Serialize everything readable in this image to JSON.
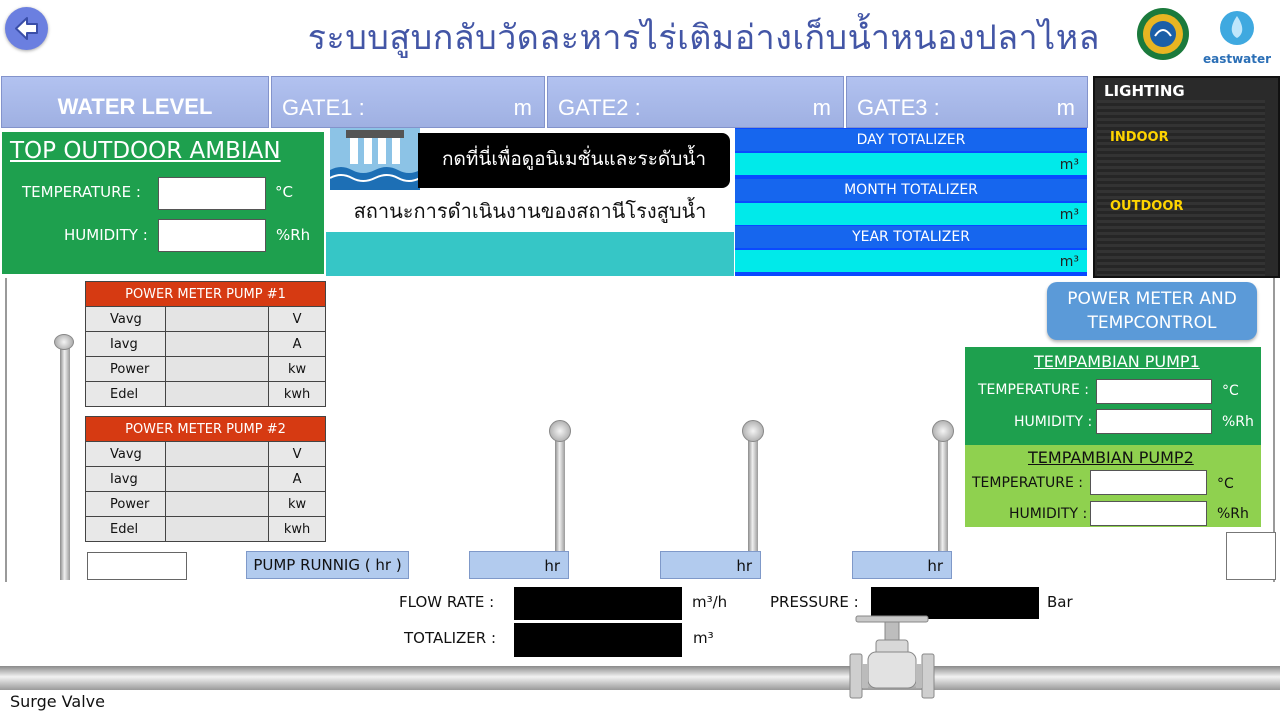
{
  "header": {
    "title": "ระบบสูบกลับวัดละหารไร่เติมอ่างเก็บน้ำหนองปลาไหล",
    "logo_text": "eastwater"
  },
  "topbar": {
    "water_level": "WATER LEVEL",
    "gates": [
      {
        "label": "GATE1 :",
        "unit": "m"
      },
      {
        "label": "GATE2 :",
        "unit": "m"
      },
      {
        "label": "GATE3 :",
        "unit": "m"
      }
    ]
  },
  "outdoor": {
    "title": "TOP OUTDOOR AMBIAN",
    "temperature_label": "TEMPERATURE :",
    "temperature_unit": "°C",
    "humidity_label": "HUMIDITY :",
    "humidity_unit": "%Rh"
  },
  "animation": {
    "button_label": "กดที่นี่เพื่อดูอนิเมชั่นและระดับน้ำ",
    "status_label": "สถานะการดำเนินงานของสถานีโรงสูบน้ำ"
  },
  "totalizer": {
    "day": "DAY TOTALIZER",
    "month": "MONTH TOTALIZER",
    "year": "YEAR TOTALIZER",
    "unit": "m³"
  },
  "lighting": {
    "title": "LIGHTING",
    "indoor": "INDOOR",
    "outdoor": "OUTDOOR"
  },
  "pump1_meter": {
    "title": "POWER METER PUMP #1",
    "rows": [
      {
        "name": "Vavg",
        "unit": "V"
      },
      {
        "name": "Iavg",
        "unit": "A"
      },
      {
        "name": "Power",
        "unit": "kw"
      },
      {
        "name": "Edel",
        "unit": "kwh"
      }
    ]
  },
  "pump2_meter": {
    "title": "POWER METER PUMP #2",
    "rows": [
      {
        "name": "Vavg",
        "unit": "V"
      },
      {
        "name": "Iavg",
        "unit": "A"
      },
      {
        "name": "Power",
        "unit": "kw"
      },
      {
        "name": "Edel",
        "unit": "kwh"
      }
    ]
  },
  "power_temp_button": {
    "line1": "POWER METER AND",
    "line2": "TEMPCONTROL"
  },
  "tempambian1": {
    "title": "TEMPAMBIAN PUMP1",
    "temperature_label": "TEMPERATURE :",
    "temperature_unit": "°C",
    "humidity_label": "HUMIDITY :",
    "humidity_unit": "%Rh"
  },
  "tempambian2": {
    "title": "TEMPAMBIAN PUMP2",
    "temperature_label": "TEMPERATURE :",
    "temperature_unit": "°C",
    "humidity_label": "HUMIDITY :",
    "humidity_unit": "%Rh"
  },
  "running": {
    "label": "PUMP RUNNIG ( hr )",
    "unit": "hr"
  },
  "flow": {
    "flow_rate_label": "FLOW RATE :",
    "flow_rate_unit": "m³/h",
    "totalizer_label": "TOTALIZER :",
    "totalizer_unit": "m³",
    "pressure_label": "PRESSURE :",
    "pressure_unit": "Bar"
  },
  "surge_label": "Surge Valve",
  "colors": {
    "title_blue": "#4356a6",
    "panel_green": "#1ea04e",
    "panel_light_green": "#8fd14f",
    "totalizer_blue": "#0a49ff",
    "totalizer_cyan": "#00eaea",
    "pump_header_red": "#d63a12"
  }
}
